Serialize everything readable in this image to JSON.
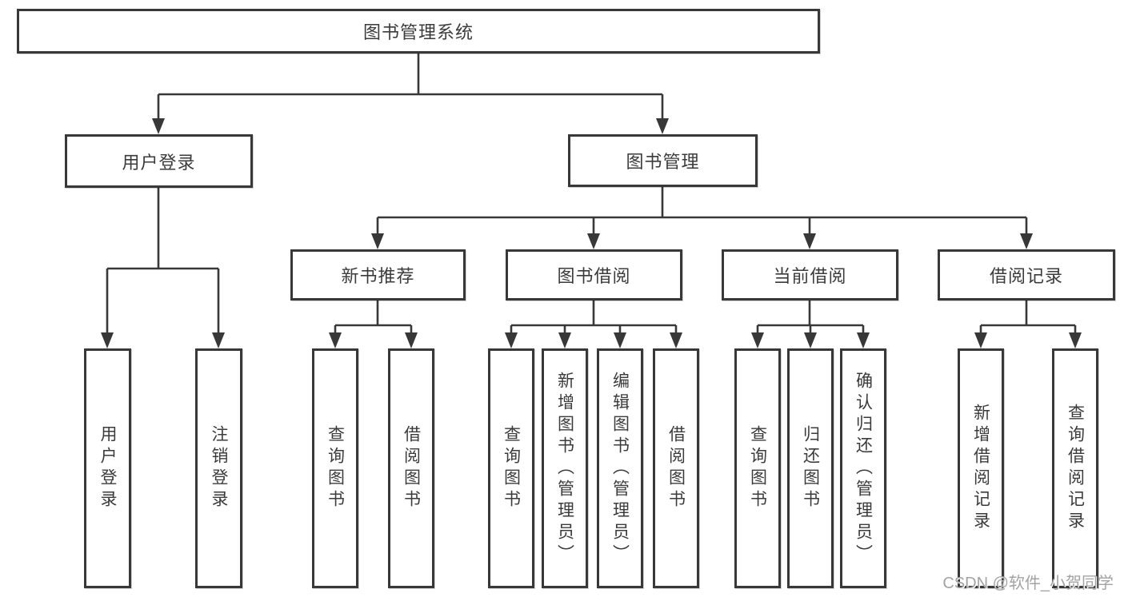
{
  "diagram": {
    "root": {
      "label": "图书管理系统"
    },
    "level2": [
      {
        "label": "用户登录"
      },
      {
        "label": "图书管理"
      }
    ],
    "level3": [
      {
        "label": "新书推荐"
      },
      {
        "label": "图书借阅"
      },
      {
        "label": "当前借阅"
      },
      {
        "label": "借阅记录"
      }
    ],
    "leaves": {
      "user_login": [
        "用户登录",
        "注销登录"
      ],
      "new_book": [
        "查询图书",
        "借阅图书"
      ],
      "book_borrow": [
        "查询图书",
        "新增图书（管理员）",
        "编辑图书（管理员）",
        "借阅图书"
      ],
      "current_borrow": [
        "查询图书",
        "归还图书",
        "确认归还（管理员）"
      ],
      "borrow_record": [
        "新增借阅记录",
        "查询借阅记录"
      ]
    },
    "colors": {
      "line": "#383838",
      "box_border": "#383838",
      "text": "#3b3b3b",
      "background": "#ffffff",
      "watermark": "#a3a3a3"
    }
  },
  "watermark": {
    "text": "CSDN @软件_小贺同学"
  }
}
